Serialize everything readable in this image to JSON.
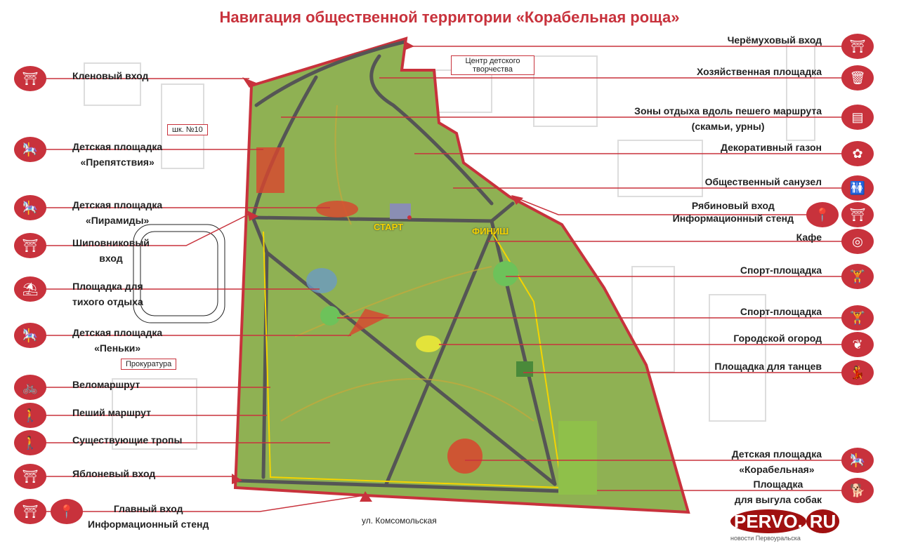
{
  "title": "Навигация общественной территории «Корабельная роща»",
  "colors": {
    "accent": "#c8323c",
    "park": "#8fb153",
    "path": "#555555",
    "bike": "#f5d400"
  },
  "left_labels": [
    {
      "icon": "gate-icon",
      "l1": "Кленовый вход",
      "l2": ""
    },
    {
      "icon": "carousel-icon",
      "l1": "Детская  площадка",
      "l2": "«Препятствия»"
    },
    {
      "icon": "carousel-icon",
      "l1": "Детская площадка",
      "l2": "«Пирамиды»"
    },
    {
      "icon": "gate-icon",
      "l1": "Шиповниковый",
      "l2": "вход"
    },
    {
      "icon": "deck-chair-icon",
      "l1": "Площадка для",
      "l2": "тихого отдыха"
    },
    {
      "icon": "carousel-icon",
      "l1": "Детская площадка",
      "l2": "«Пеньки»"
    },
    {
      "icon": "bicycle-icon",
      "l1": "Веломаршрут",
      "l2": ""
    },
    {
      "icon": "walker-icon",
      "l1": "Пеший маршрут",
      "l2": ""
    },
    {
      "icon": "walker-icon",
      "l1": "Существующие тропы",
      "l2": ""
    },
    {
      "icon": "gate-icon",
      "l1": "Яблоневый вход",
      "l2": ""
    },
    {
      "icon": "gate-icon",
      "l1": "Главный вход",
      "l2": "Информационный стенд"
    }
  ],
  "right_labels": [
    {
      "icon": "gate-icon",
      "l1": "Черёмуховый вход",
      "l2": ""
    },
    {
      "icon": "trash-icon",
      "l1": "Хозяйственная площадка",
      "l2": ""
    },
    {
      "icon": "bench-icon",
      "l1": "Зоны отдыха вдоль пешего маршрута",
      "l2": "(скамьи, урны)"
    },
    {
      "icon": "flower-icon",
      "l1": "Декоративный газон",
      "l2": ""
    },
    {
      "icon": "toilet-icon",
      "l1": "Общественный санузел",
      "l2": ""
    },
    {
      "icon": "gate-icon",
      "l1": "Рябиновый вход",
      "l2": "Информационный стенд"
    },
    {
      "icon": "plate-icon",
      "l1": "Кафе",
      "l2": ""
    },
    {
      "icon": "exercise-icon",
      "l1": "Спорт-площадка",
      "l2": ""
    },
    {
      "icon": "exercise-icon",
      "l1": "Спорт-площадка",
      "l2": ""
    },
    {
      "icon": "garden-icon",
      "l1": "Городской огород",
      "l2": ""
    },
    {
      "icon": "dance-icon",
      "l1": "Площадка для танцев",
      "l2": ""
    },
    {
      "icon": "carousel-icon",
      "l1": "Детская  площадка",
      "l2": "«Корабельная»"
    },
    {
      "icon": "dog-icon",
      "l1": "Площадка",
      "l2": "для выгула  собак"
    }
  ],
  "map": {
    "school": "шк. №10",
    "kids_center": "Центр детского творчества",
    "prosecutor": "Прокуратура",
    "street": "ул. Комсомольская",
    "start": "СТАРТ",
    "finish": "ФИНИШ"
  },
  "watermark": {
    "brand": "PERVO.",
    "brand_suffix": "RU",
    "tagline": "новости Первоуральска"
  }
}
